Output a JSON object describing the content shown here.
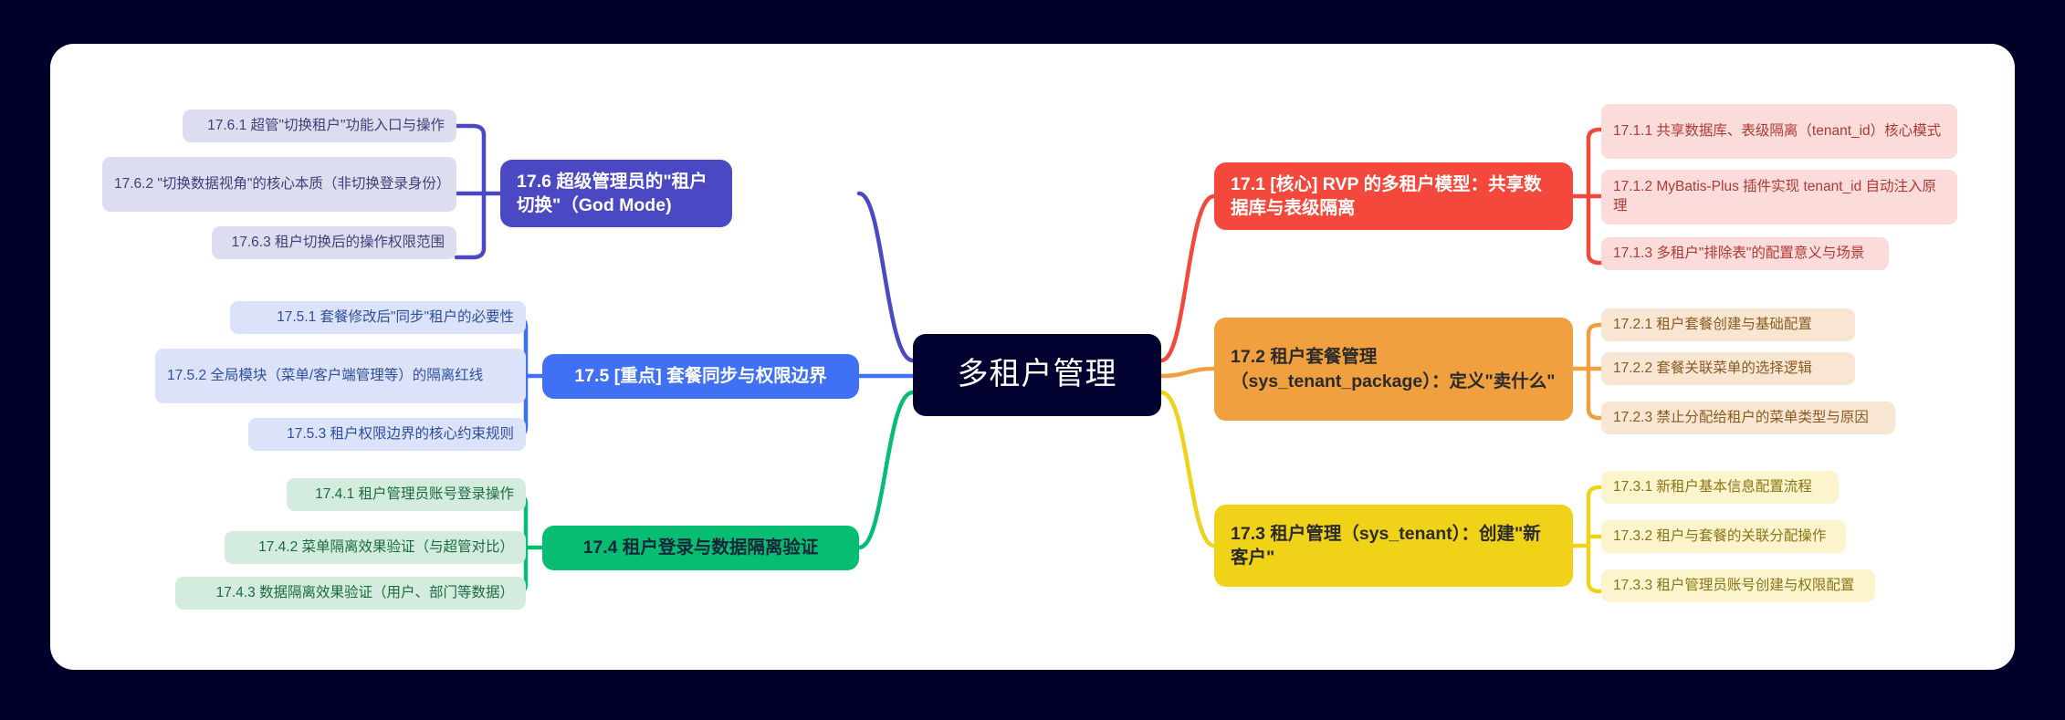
{
  "canvas": {
    "background_color": "#00012a",
    "sheet_color": "#ffffff"
  },
  "mindmap": {
    "central": {
      "label": "多租户管理",
      "bg": "#00012e",
      "fg": "#ffffff"
    },
    "branches": [
      {
        "id": "17.1",
        "side": "right",
        "label": "17.1 [核心] RVP 的多租户模型：共享数据库与表级隔离",
        "color": "#f4483c",
        "bg": "#f4483c",
        "fg": "#ffffff",
        "children": [
          {
            "label": "17.1.1 共享数据库、表级隔离（tenant_id）核心模式",
            "bg": "#fbdcdb",
            "fg": "#b03a34"
          },
          {
            "label": "17.1.2 MyBatis-Plus 插件实现 tenant_id 自动注入原理",
            "bg": "#fbdcdb",
            "fg": "#b03a34"
          },
          {
            "label": "17.1.3 多租户\"排除表\"的配置意义与场景",
            "bg": "#fbdcdb",
            "fg": "#b03a34"
          }
        ]
      },
      {
        "id": "17.2",
        "side": "right",
        "label": "17.2 租户套餐管理（sys_tenant_package）：定义\"卖什么\"",
        "color": "#f0a03f",
        "bg": "#f0a03f",
        "fg": "#2b2b2b",
        "children": [
          {
            "label": "17.2.1 租户套餐创建与基础配置",
            "bg": "#f8e6d2",
            "fg": "#8a5a20"
          },
          {
            "label": "17.2.2 套餐关联菜单的选择逻辑",
            "bg": "#f8e6d2",
            "fg": "#8a5a20"
          },
          {
            "label": "17.2.3 禁止分配给租户的菜单类型与原因",
            "bg": "#f8e6d2",
            "fg": "#8a5a20"
          }
        ]
      },
      {
        "id": "17.3",
        "side": "right",
        "label": "17.3 租户管理（sys_tenant）：创建\"新客户\"",
        "color": "#f0d218",
        "bg": "#f0d218",
        "fg": "#2b2b2b",
        "children": [
          {
            "label": "17.3.1 新租户基本信息配置流程",
            "bg": "#fbf4cd",
            "fg": "#8a7415"
          },
          {
            "label": "17.3.2 租户与套餐的关联分配操作",
            "bg": "#fbf4cd",
            "fg": "#8a7415"
          },
          {
            "label": "17.3.3 租户管理员账号创建与权限配置",
            "bg": "#fbf4cd",
            "fg": "#8a7415"
          }
        ]
      },
      {
        "id": "17.4",
        "side": "left",
        "label": "17.4 租户登录与数据隔离验证",
        "color": "#06bd72",
        "bg": "#06bd72",
        "fg": "#16263a",
        "children": [
          {
            "label": "17.4.1 租户管理员账号登录操作",
            "bg": "#d3ecdd",
            "fg": "#1c6b42"
          },
          {
            "label": "17.4.2 菜单隔离效果验证（与超管对比）",
            "bg": "#d3ecdd",
            "fg": "#1c6b42"
          },
          {
            "label": "17.4.3 数据隔离效果验证（用户、部门等数据）",
            "bg": "#d3ecdd",
            "fg": "#1c6b42"
          }
        ]
      },
      {
        "id": "17.5",
        "side": "left",
        "label": "17.5 [重点] 套餐同步与权限边界",
        "color": "#4070f4",
        "bg": "#4070f4",
        "fg": "#ffffff",
        "children": [
          {
            "label": "17.5.1 套餐修改后\"同步\"租户的必要性",
            "bg": "#dbe2fa",
            "fg": "#2f4f9e"
          },
          {
            "label": "17.5.2 全局模块（菜单/客户端管理等）的隔离红线",
            "bg": "#dbe2fa",
            "fg": "#2f4f9e"
          },
          {
            "label": "17.5.3 租户权限边界的核心约束规则",
            "bg": "#dbe2fa",
            "fg": "#2f4f9e"
          }
        ]
      },
      {
        "id": "17.6",
        "side": "left",
        "label": "17.6 超级管理员的\"租户切换\"（God Mode)",
        "color": "#4b48c4",
        "bg": "#4b48c4",
        "fg": "#ffffff",
        "children": [
          {
            "label": "17.6.1 超管\"切换租户\"功能入口与操作",
            "bg": "#dcdef0",
            "fg": "#3f3f7a"
          },
          {
            "label": "17.6.2 \"切换数据视角\"的核心本质（非切换登录身份）",
            "bg": "#dcdef0",
            "fg": "#3f3f7a"
          },
          {
            "label": "17.6.3 租户切换后的操作权限范围",
            "bg": "#dcdef0",
            "fg": "#3f3f7a"
          }
        ]
      }
    ]
  }
}
